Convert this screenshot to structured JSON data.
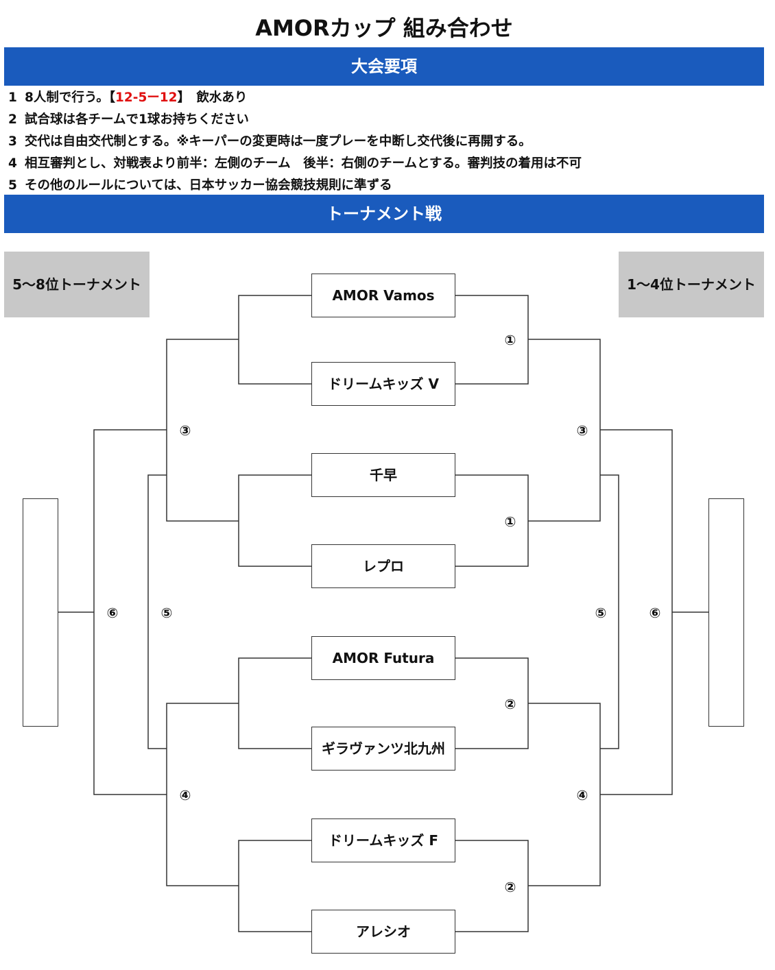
{
  "header": {
    "title": "AMORカップ 組み合わせ"
  },
  "sections": {
    "rules_title": "大会要項",
    "tournament_title": "トーナメント戦"
  },
  "rules": [
    {
      "num": "1",
      "text_a": "8人制で行う。【",
      "highlight": "12-5ー12",
      "text_b": "】　飲水あり"
    },
    {
      "num": "2",
      "text_a": "試合球は各チームで1球お持ちください",
      "highlight": "",
      "text_b": ""
    },
    {
      "num": "3",
      "text_a": "交代は自由交代制とする。※キーパーの変更時は一度プレーを中断し交代後に再開する。",
      "highlight": "",
      "text_b": ""
    },
    {
      "num": "4",
      "text_a": "相互審判とし、対戦表より前半：左側のチーム　後半：右側のチームとする。審判技の着用は不可",
      "highlight": "",
      "text_b": ""
    },
    {
      "num": "5",
      "text_a": "その他のルールについては、日本サッカー協会競技規則に準ずる",
      "highlight": "",
      "text_b": ""
    }
  ],
  "brackets": {
    "left_label": "5〜8位トーナメント",
    "right_label": "1〜4位トーナメント"
  },
  "teams": [
    "AMOR Vamos",
    "ドリームキッズ V",
    "千早",
    "レプロ",
    "AMOR Futura",
    "ギラヴァンツ北九州",
    "ドリームキッズ F",
    "アレシオ"
  ],
  "match_labels": {
    "m1": "①",
    "m2": "②",
    "m3": "③",
    "m4": "④",
    "m5": "⑤",
    "m6": "⑥"
  },
  "colors": {
    "banner": "#1a5bbd",
    "label_box": "#c8c8c8",
    "highlight": "#e01010"
  }
}
